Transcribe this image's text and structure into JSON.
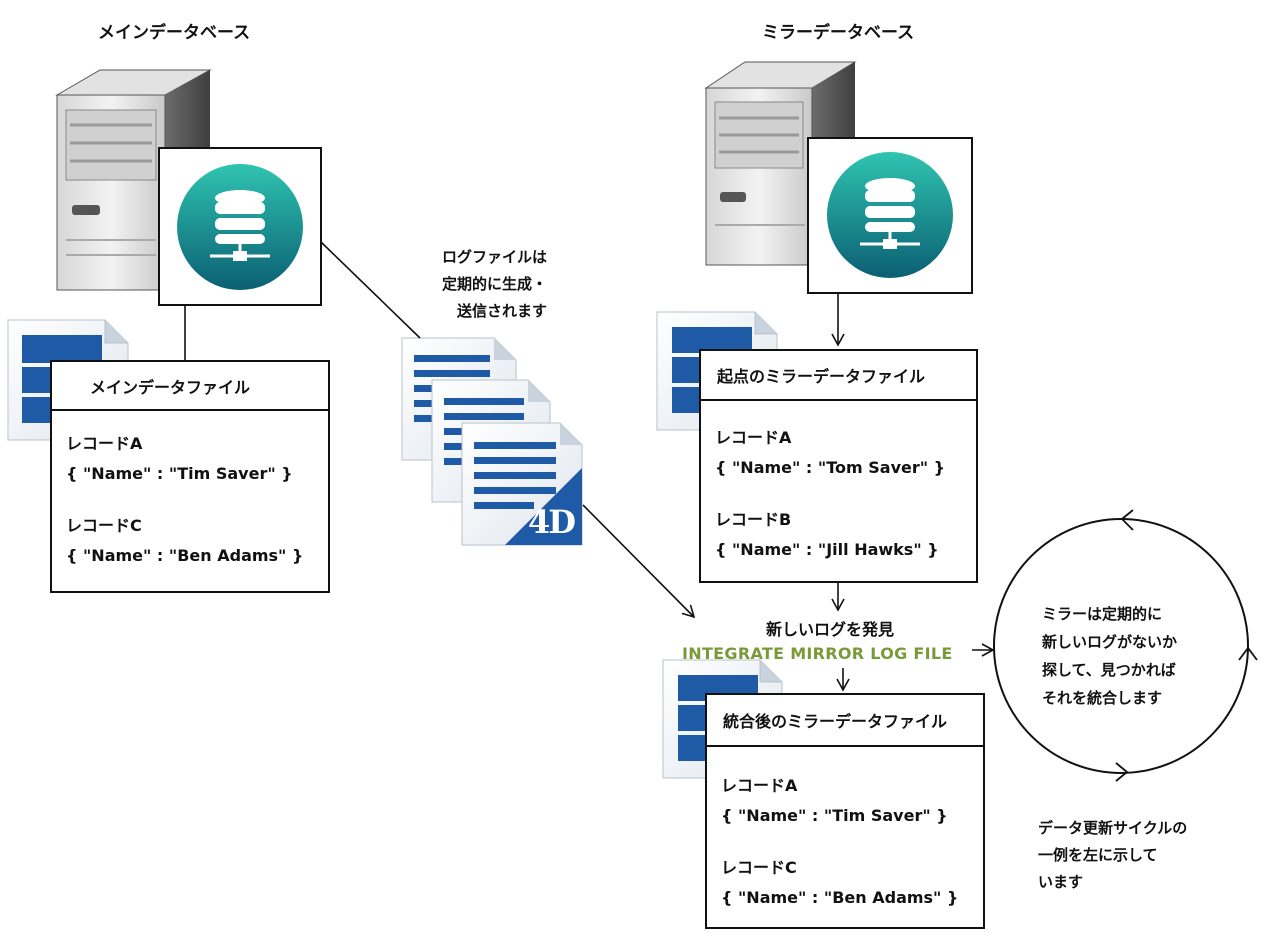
{
  "main": {
    "title": "メインデータベース",
    "file_title": "メインデータファイル",
    "records": [
      {
        "label": "レコードA",
        "value": "{ \"Name\" : \"Tim Saver\" }"
      },
      {
        "label": "レコードC",
        "value": "{ \"Name\" : \"Ben Adams\" }"
      }
    ]
  },
  "logs": {
    "note_lines": [
      "ログファイルは",
      "定期的に生成・",
      "送信されます"
    ],
    "badge": "4D"
  },
  "mirror": {
    "title": "ミラーデータベース",
    "start_file_title": "起点のミラーデータファイル",
    "start_records": [
      {
        "label": "レコードA",
        "value": "{ \"Name\" : \"Tom Saver\" }"
      },
      {
        "label": "レコードB",
        "value": "{ \"Name\" : \"Jill Hawks\" }"
      }
    ],
    "found_label": "新しいログを発見",
    "command": "INTEGRATE MIRROR LOG FILE",
    "result_file_title": "統合後のミラーデータファイル",
    "result_records": [
      {
        "label": "レコードA",
        "value": "{ \"Name\" : \"Tim Saver\" }"
      },
      {
        "label": "レコードC",
        "value": "{ \"Name\" : \"Ben Adams\" }"
      }
    ]
  },
  "cycle": {
    "lines": [
      "ミラーは定期的に",
      "新しいログがないか",
      "探して、見つかれば",
      "それを統合します"
    ],
    "caption_lines": [
      "データ更新サイクルの",
      "一例を左に示して",
      "います"
    ]
  },
  "colors": {
    "teal_top": "#2fc4b0",
    "teal_bottom": "#0b5f73",
    "doc_blue": "#1f5aa6",
    "command_green": "#7a9a3a"
  },
  "icons": [
    "server-tower-icon",
    "database-network-icon",
    "data-file-icon",
    "log-file-icon",
    "4d-logo-icon"
  ]
}
